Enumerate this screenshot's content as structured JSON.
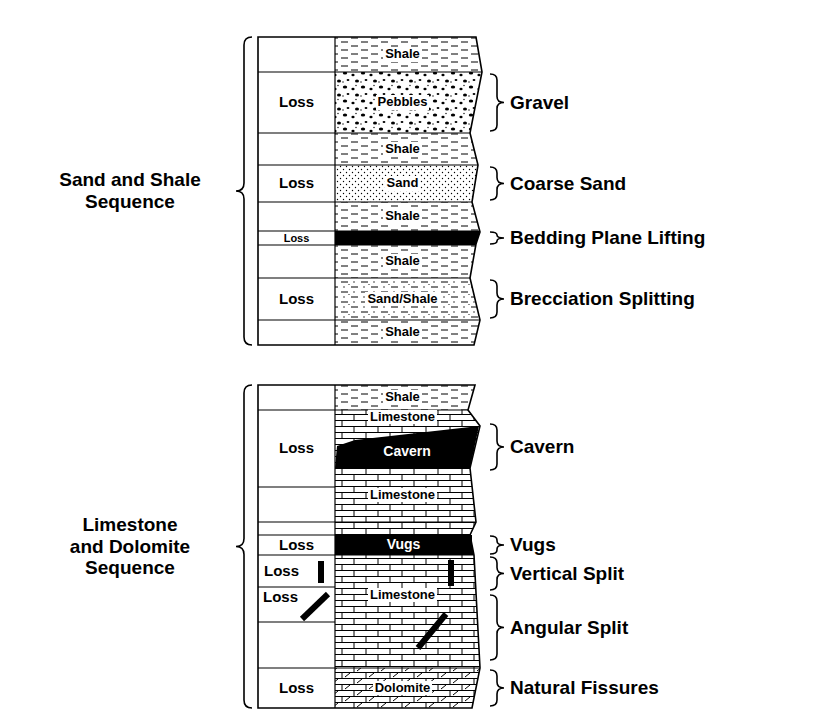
{
  "diagram": {
    "nodes": [
      {
        "text": [
          "Shale"
        ]
      },
      {
        "text": [
          "Loss"
        ]
      },
      {
        "text": [
          "Pebbles"
        ]
      },
      {
        "text": [
          "Shale"
        ]
      },
      {
        "text": [
          "Loss"
        ]
      },
      {
        "text": [
          "Sand"
        ]
      },
      {
        "text": [
          "Shale"
        ]
      },
      {
        "text": [
          "Loss"
        ]
      },
      {
        "text": [
          "Shale"
        ]
      },
      {
        "text": [
          "Loss"
        ]
      },
      {
        "text": [
          "Sand/Shale"
        ]
      },
      {
        "text": [
          "Shale"
        ]
      },
      {
        "text": [
          "Shale"
        ]
      },
      {
        "text": [
          "Loss"
        ]
      },
      {
        "text": [
          "Limestone",
          "Limestone"
        ]
      },
      {
        "text": [
          "Cavern"
        ],
        "in": 14
      },
      {
        "text": [
          "Loss"
        ]
      },
      {
        "text": [
          "Vugs"
        ]
      },
      {
        "text": [
          "Loss"
        ]
      },
      {
        "text": [
          "Limestone"
        ]
      },
      {
        "text": [
          "Loss"
        ]
      },
      {
        "text": [
          "Loss"
        ]
      },
      {
        "text": [
          "Dolomite"
        ]
      }
    ],
    "labels": [
      "Sand and Shale Sequence",
      "Gravel",
      "Coarse Sand",
      "Bedding Plane Lifting",
      "Brecciation Splitting",
      "Limestone and Dolomite Sequence",
      "Cavern",
      "Vugs",
      "Vertical Split",
      "Angular Split",
      "Natural Fissures"
    ]
  }
}
